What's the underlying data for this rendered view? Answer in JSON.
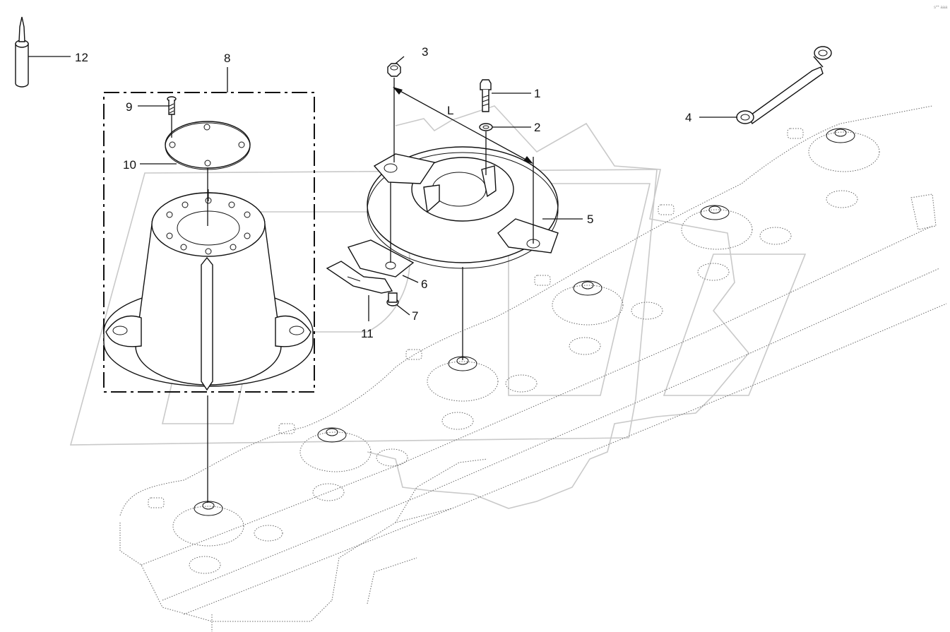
{
  "sheet_code": "s** aaa",
  "dimension_label": "L",
  "callouts": [
    "1",
    "2",
    "3",
    "4",
    "5",
    "6",
    "7",
    "8",
    "9",
    "10",
    "11",
    "12"
  ]
}
